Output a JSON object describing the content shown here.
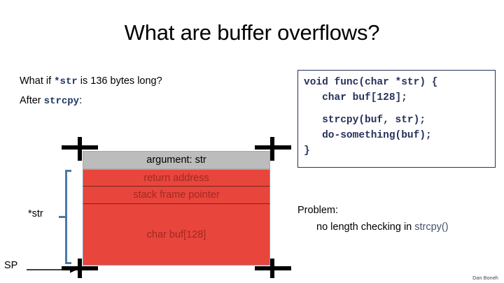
{
  "slide": {
    "title": "What are buffer overflows?",
    "attribution": "Dan Boneh"
  },
  "intro": {
    "line1_a": "What if ",
    "line1_code": "*str",
    "line1_b": "  is  136 bytes long?",
    "line2_a": "After  ",
    "line2_code": "strcpy",
    "line2_b": ":"
  },
  "code": {
    "line1": "void func(char *str) {",
    "line2": "   char buf[128];",
    "line3": "   strcpy(buf, str);",
    "line4": "   do-something(buf);",
    "line5": "}"
  },
  "problem": {
    "heading": "Problem:",
    "body_a": "no length checking in  ",
    "body_code": "strcpy()"
  },
  "stack": {
    "cells": [
      {
        "label": "argument:  str",
        "kind": "argument"
      },
      {
        "label": "return address",
        "kind": "return-address"
      },
      {
        "label": "stack frame pointer",
        "kind": "stack-frame-pointer"
      },
      {
        "label": "char buf[128]",
        "kind": "buffer"
      }
    ],
    "bracket_label": "*str",
    "stack_pointer_label": "SP"
  },
  "colors": {
    "argument_fill": "#bcbcbc",
    "overflow_fill": "#e8453c",
    "overflow_text": "#a02a22",
    "bracket": "#4a7aa7",
    "code_text": "#27315c",
    "inline_code": "#44546a",
    "mark": "#000000"
  }
}
